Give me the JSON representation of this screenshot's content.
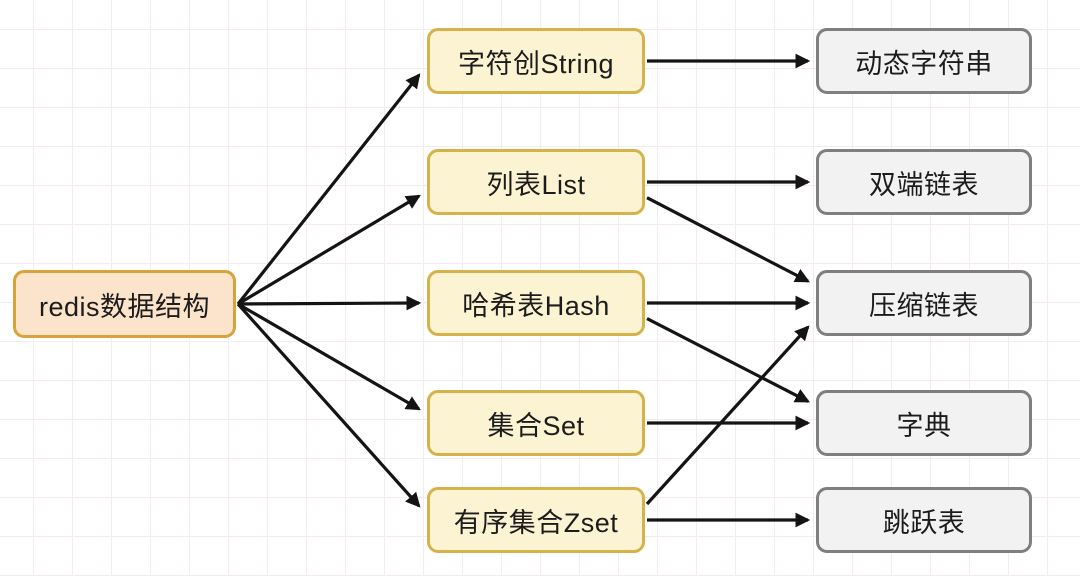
{
  "diagram": {
    "title": "redis data structure mapping",
    "root": {
      "id": "root",
      "label": "redis数据结构"
    },
    "middle": [
      {
        "id": "string",
        "label": "字符创String"
      },
      {
        "id": "list",
        "label": "列表List"
      },
      {
        "id": "hash",
        "label": "哈希表Hash"
      },
      {
        "id": "set",
        "label": "集合Set"
      },
      {
        "id": "zset",
        "label": "有序集合Zset"
      }
    ],
    "right": [
      {
        "id": "sds",
        "label": "动态字符串"
      },
      {
        "id": "linkedlist",
        "label": "双端链表"
      },
      {
        "id": "ziplist",
        "label": "压缩链表"
      },
      {
        "id": "dict",
        "label": "字典"
      },
      {
        "id": "skiplist",
        "label": "跳跃表"
      }
    ],
    "edges": [
      {
        "from": "root",
        "to": "string"
      },
      {
        "from": "root",
        "to": "list"
      },
      {
        "from": "root",
        "to": "hash"
      },
      {
        "from": "root",
        "to": "set"
      },
      {
        "from": "root",
        "to": "zset"
      },
      {
        "from": "string",
        "to": "sds"
      },
      {
        "from": "list",
        "to": "linkedlist"
      },
      {
        "from": "list",
        "to": "ziplist"
      },
      {
        "from": "hash",
        "to": "ziplist"
      },
      {
        "from": "hash",
        "to": "dict"
      },
      {
        "from": "set",
        "to": "dict"
      },
      {
        "from": "zset",
        "to": "ziplist"
      },
      {
        "from": "zset",
        "to": "skiplist"
      }
    ],
    "colors": {
      "root_fill": "#fbe3cc",
      "root_border": "#d9a23b",
      "middle_fill": "#fcf3d2",
      "middle_border": "#d6b24a",
      "right_fill": "#f2f2f2",
      "right_border": "#7f7f7f",
      "arrow": "#141414",
      "grid_line": "#f4ecec",
      "background": "#ffffff"
    }
  }
}
